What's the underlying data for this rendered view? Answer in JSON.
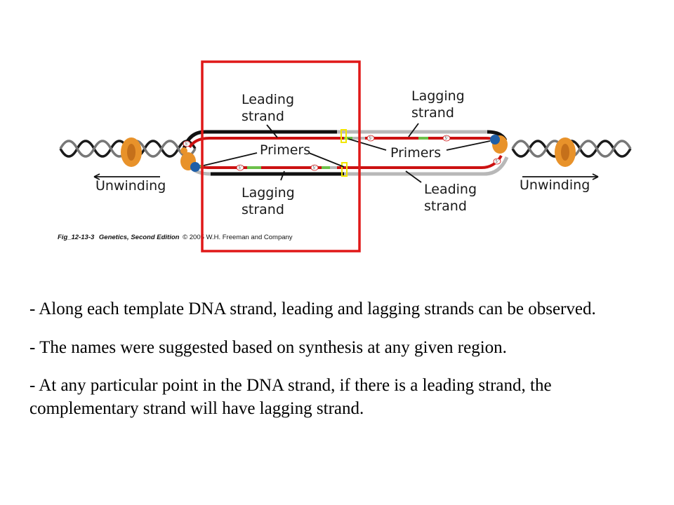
{
  "figure": {
    "labels": {
      "leading_left": [
        "Leading",
        "strand"
      ],
      "lagging_left": [
        "Lagging",
        "strand"
      ],
      "lagging_right": [
        "Lagging",
        "strand"
      ],
      "leading_right": [
        "Leading",
        "strand"
      ],
      "primers_left": "Primers",
      "primers_right": "Primers",
      "unwinding_left": "Unwinding",
      "unwinding_right": "Unwinding"
    },
    "end_label": "5'",
    "caption": {
      "fig_id": "Fig_12-13-3",
      "book": "Genetics, Second Edition",
      "credit": "© 2005 W.H. Freeman and Company"
    },
    "colors": {
      "new_strand": "#cc1111",
      "template_strand": "#111111",
      "template_strand_light": "#b8b8b8",
      "primer": "#6cc04a",
      "helicase": "#e8922a",
      "polymerase": "#1f5fa8",
      "highlight_box": "#e01818",
      "primer_box": "#f2e600"
    }
  },
  "bullets": [
    "- Along each template DNA strand, leading and lagging strands can be observed.",
    "- The names were suggested based on synthesis at any given region.",
    "- At any particular point in the DNA strand, if there is a leading strand, the complementary strand will have lagging strand."
  ]
}
